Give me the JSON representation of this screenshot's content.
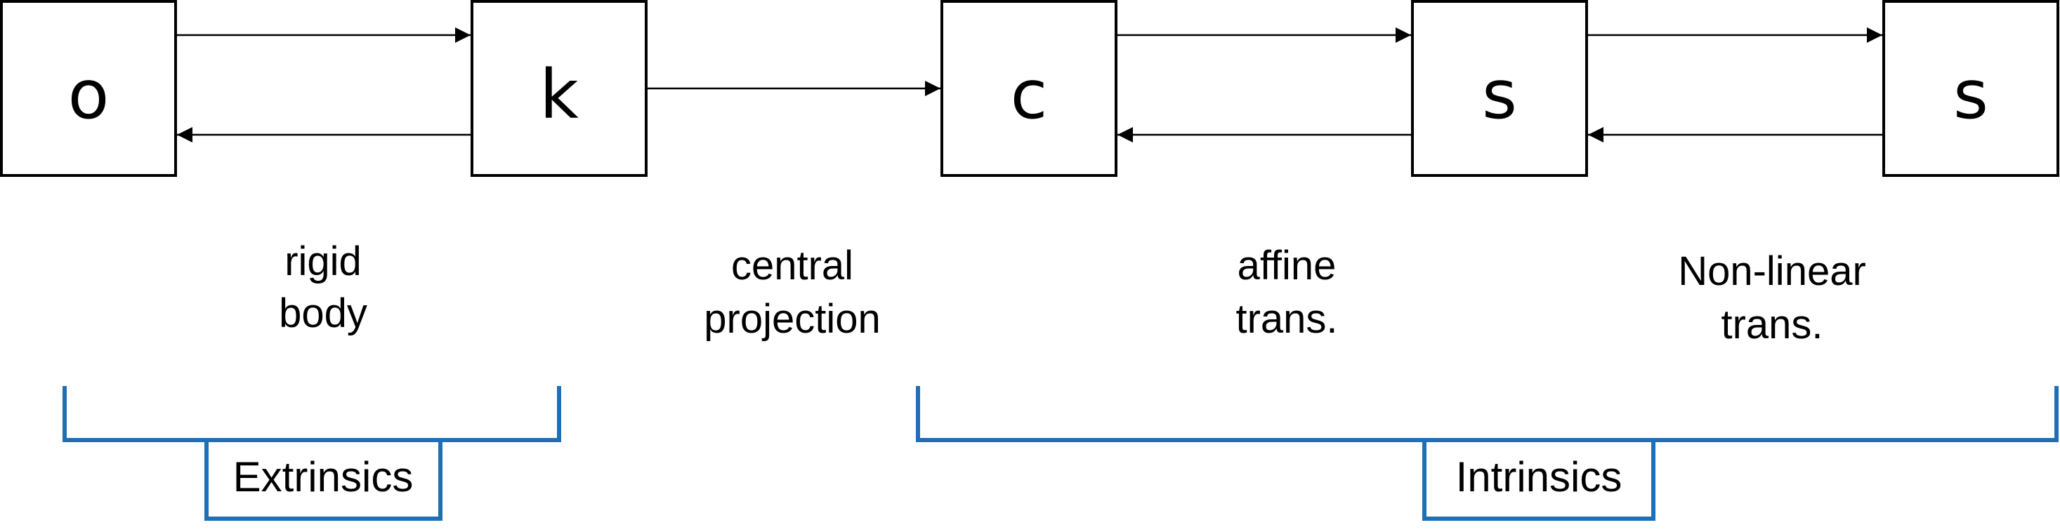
{
  "nodes": [
    {
      "id": "o",
      "label": "o"
    },
    {
      "id": "k",
      "label": "k"
    },
    {
      "id": "c",
      "label": "c"
    },
    {
      "id": "s1",
      "label": "s"
    },
    {
      "id": "s2",
      "label": "s"
    }
  ],
  "transforms": [
    {
      "id": "rigid-body",
      "lines": [
        "rigid",
        "body"
      ],
      "bidirectional": true
    },
    {
      "id": "central-projection",
      "lines": [
        "central",
        "projection"
      ],
      "bidirectional": false
    },
    {
      "id": "affine-trans",
      "lines": [
        "affine",
        "trans."
      ],
      "bidirectional": true
    },
    {
      "id": "nonlinear-trans",
      "lines": [
        "Non-linear",
        "trans."
      ],
      "bidirectional": true
    }
  ],
  "groups": [
    {
      "id": "extrinsics",
      "label": "Extrinsics"
    },
    {
      "id": "intrinsics",
      "label": "Intrinsics"
    }
  ],
  "colors": {
    "stroke": "#000000",
    "bracket": "#1f6fb5",
    "background": "#ffffff"
  }
}
